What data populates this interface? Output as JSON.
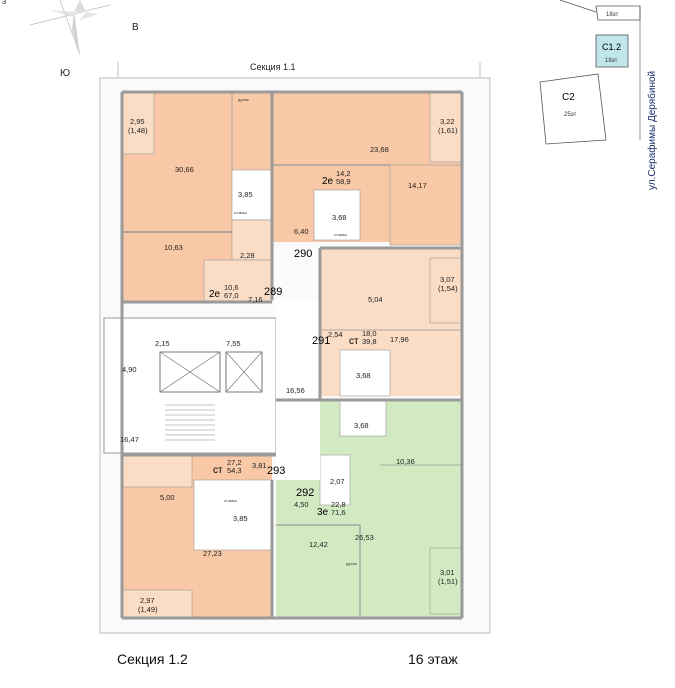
{
  "compass": {
    "north": "3",
    "east": "В",
    "south": "Ю"
  },
  "section_top": "Секция 1.1",
  "section_bottom": "Секция 1.2",
  "floor": "16 этаж",
  "street": "ул.Серафимы Дерябиной",
  "buildings": {
    "c12": {
      "name": "С1.2",
      "floors": "18эт"
    },
    "c2": {
      "name": "С2",
      "floors": "25эт"
    },
    "top": {
      "floors": "18эт"
    }
  },
  "apartments": {
    "a289": {
      "num": "289",
      "type": "2е",
      "living": "10,6",
      "total": "67,0"
    },
    "a290": {
      "num": "290",
      "type": "2е",
      "living": "14,2",
      "total": "58,9"
    },
    "a291": {
      "num": "291",
      "type": "ст",
      "living": "18,0",
      "total": "39,8"
    },
    "a292": {
      "num": "292",
      "type": "3е",
      "living": "22,8",
      "total": "71,6"
    },
    "a293": {
      "num": "293",
      "type": "ст",
      "living": "27,2",
      "total": "54,3"
    }
  },
  "areas": {
    "r1": "2,95",
    "r1b": "(1,48)",
    "r2": "30,66",
    "r3": "3,85",
    "r4": "10,63",
    "r5": "2,28",
    "r6": "7,16",
    "r7": "23,68",
    "r8": "3,22",
    "r8b": "(1,61)",
    "r9": "14,17",
    "r10": "6,40",
    "r11": "3,68",
    "r12": "3,07",
    "r12b": "(1,54)",
    "r13": "5,04",
    "r14": "2,54",
    "r15": "17,96",
    "r16": "3,68",
    "r17": "2,15",
    "r18": "7,55",
    "r19": "4,90",
    "r20": "16,56",
    "r21": "16,47",
    "r22": "3,68",
    "r23": "10,36",
    "r24": "2,07",
    "r25": "4,50",
    "r26": "26,53",
    "r27": "12,42",
    "r28": "3,01",
    "r28b": "(1,51)",
    "r29": "3,81",
    "r30": "5,00",
    "r31": "3,85",
    "r32": "27,23",
    "r33": "2,97",
    "r33b": "(1,49)"
  },
  "colors": {
    "orange": "#f8c8a7",
    "peach": "#fbdcc4",
    "green": "#d2eac1",
    "c12_fill": "#bfe6ea",
    "wall": "#9a9a9a"
  },
  "small_labels": {
    "shaft": "ст.маш",
    "duct": "духов"
  }
}
